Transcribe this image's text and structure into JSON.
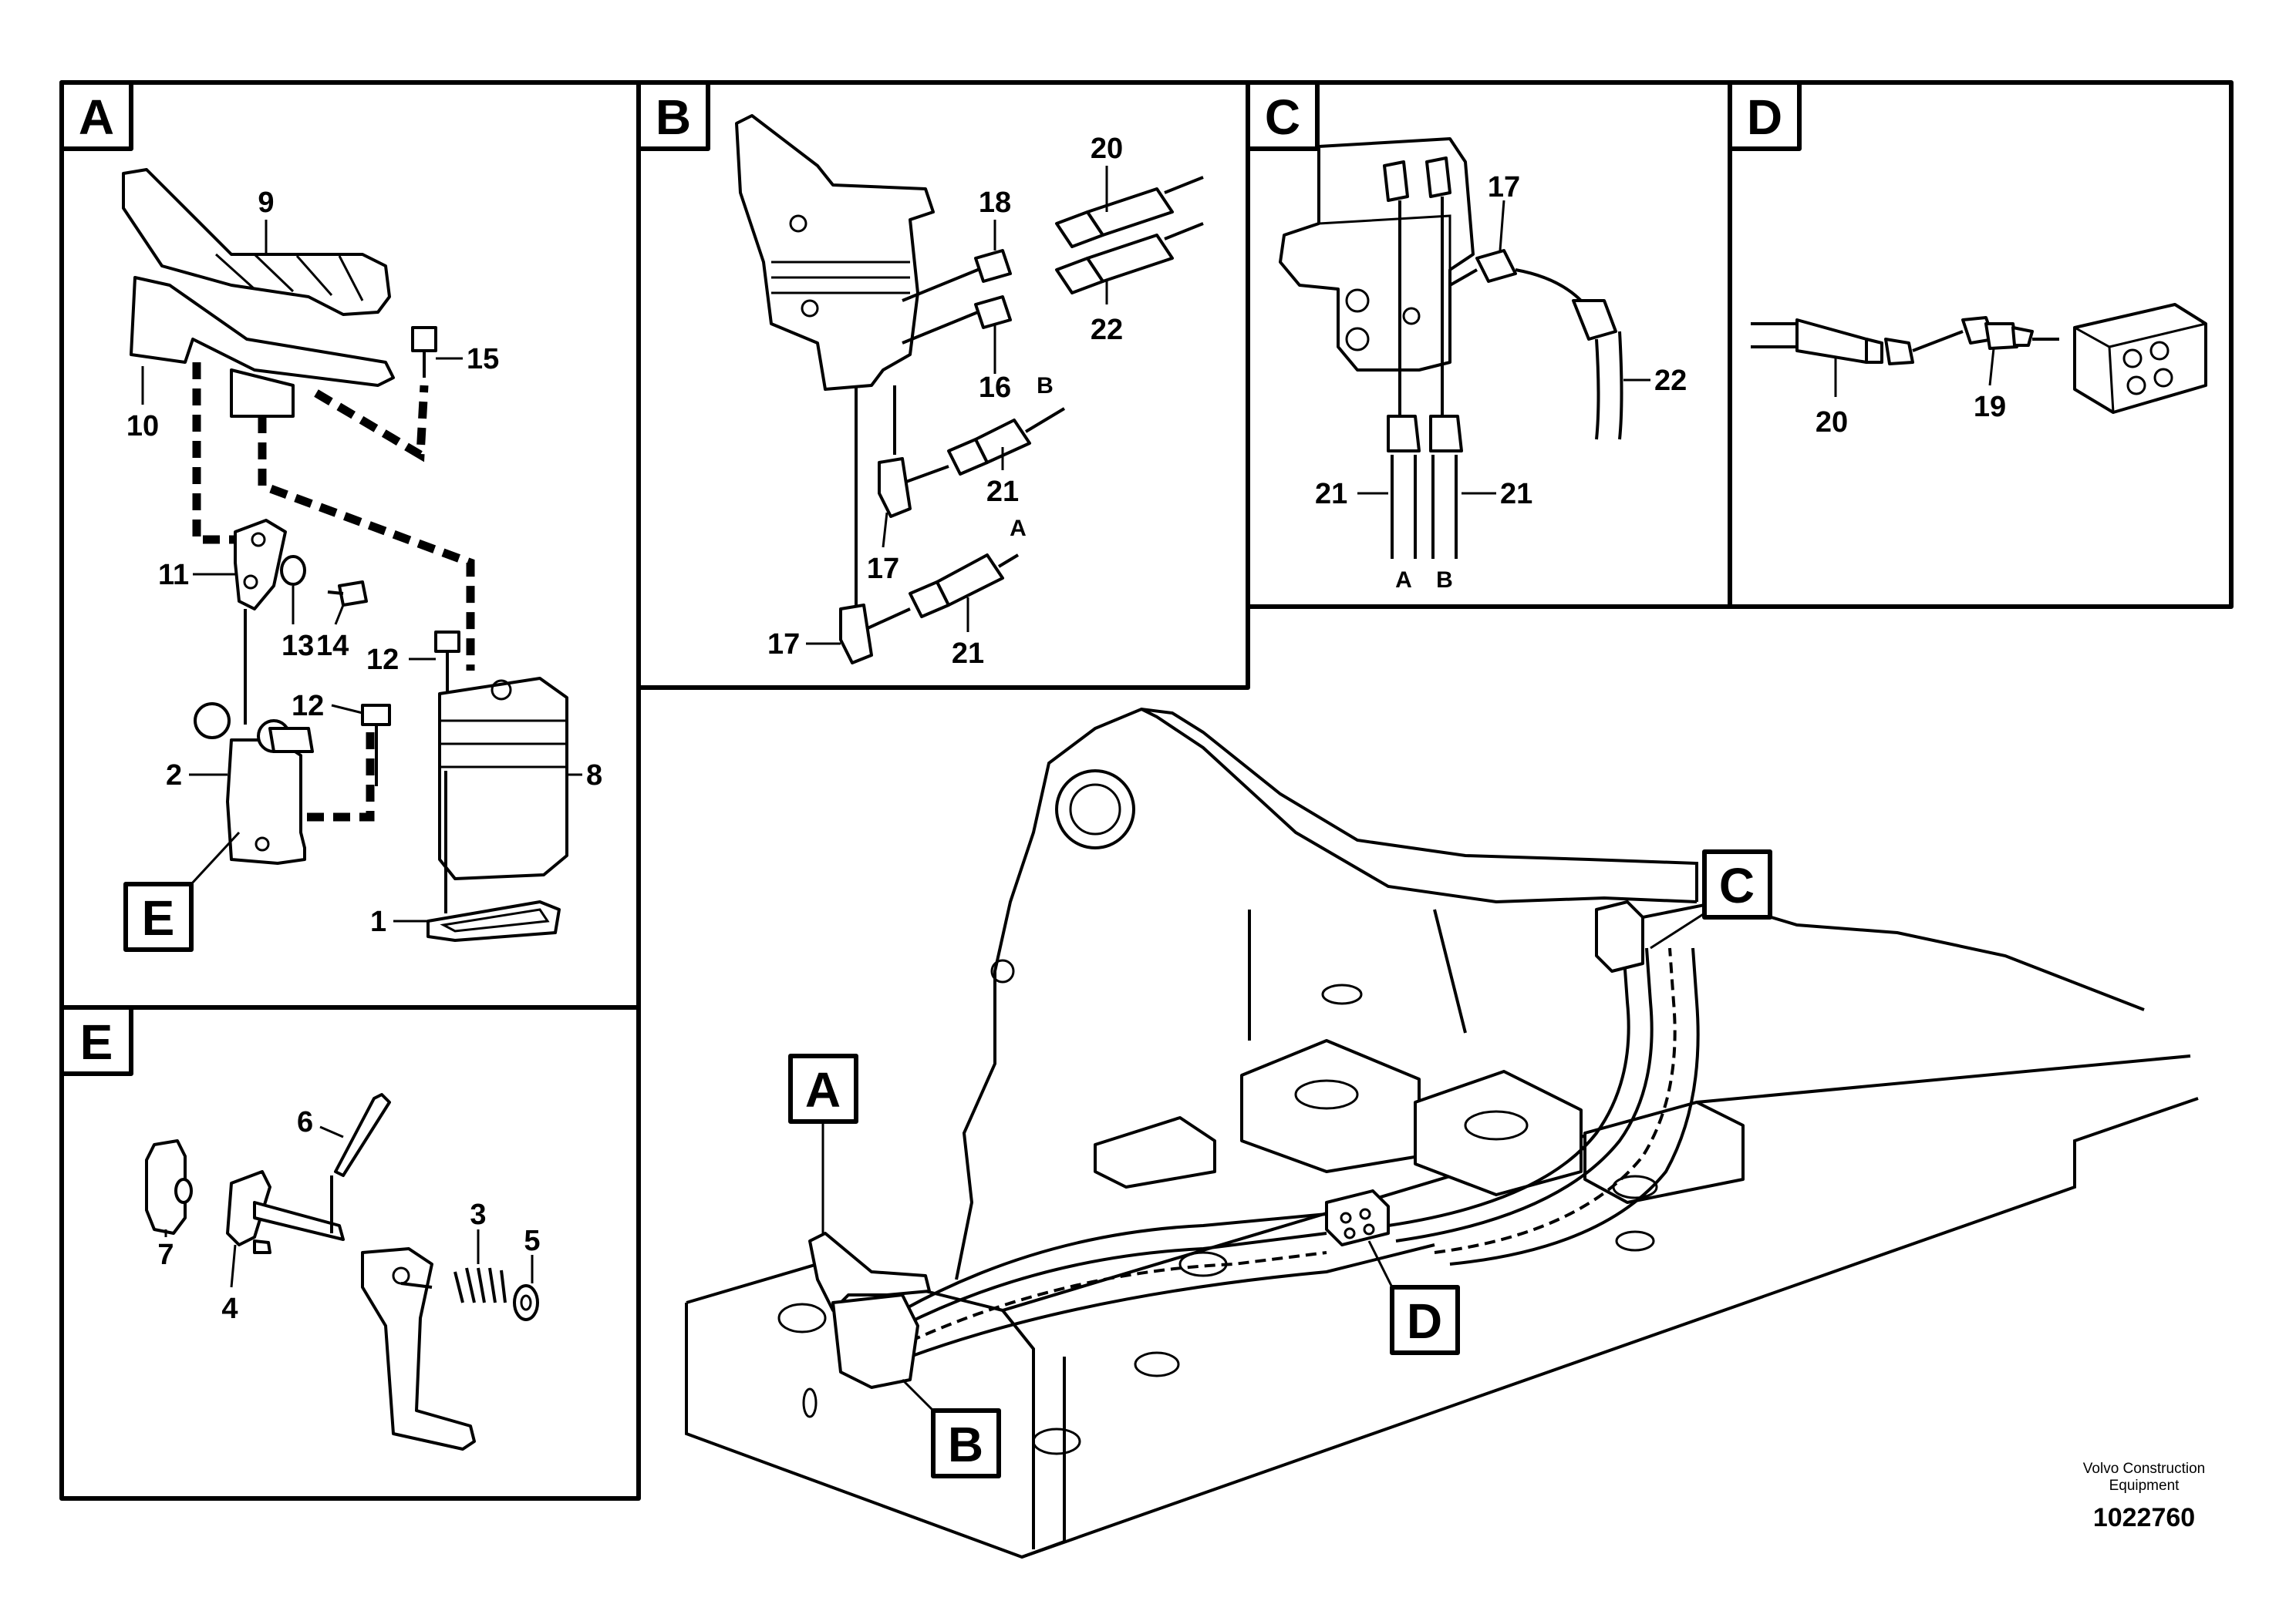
{
  "panels": [
    {
      "id": "A",
      "label": "A"
    },
    {
      "id": "B",
      "label": "B"
    },
    {
      "id": "C",
      "label": "C"
    },
    {
      "id": "D",
      "label": "D"
    },
    {
      "id": "E",
      "label": "E"
    }
  ],
  "callouts": {
    "A": "A",
    "B": "B",
    "C": "C",
    "D": "D",
    "E": "E"
  },
  "panel_a": {
    "labels": [
      "9",
      "15",
      "10",
      "11",
      "13",
      "14",
      "12",
      "12",
      "2",
      "8",
      "1"
    ]
  },
  "panel_b": {
    "labels": [
      "20",
      "18",
      "22",
      "16",
      "B",
      "21",
      "17",
      "A",
      "21",
      "17"
    ]
  },
  "panel_c": {
    "labels": [
      "17",
      "22",
      "21",
      "21",
      "A",
      "B"
    ]
  },
  "panel_d": {
    "labels": [
      "20",
      "19"
    ]
  },
  "panel_e": {
    "labels": [
      "6",
      "3",
      "5",
      "7",
      "4"
    ]
  },
  "footer": {
    "credit_line1": "Volvo Construction",
    "credit_line2": "Equipment",
    "drawing_number": "1022760"
  }
}
